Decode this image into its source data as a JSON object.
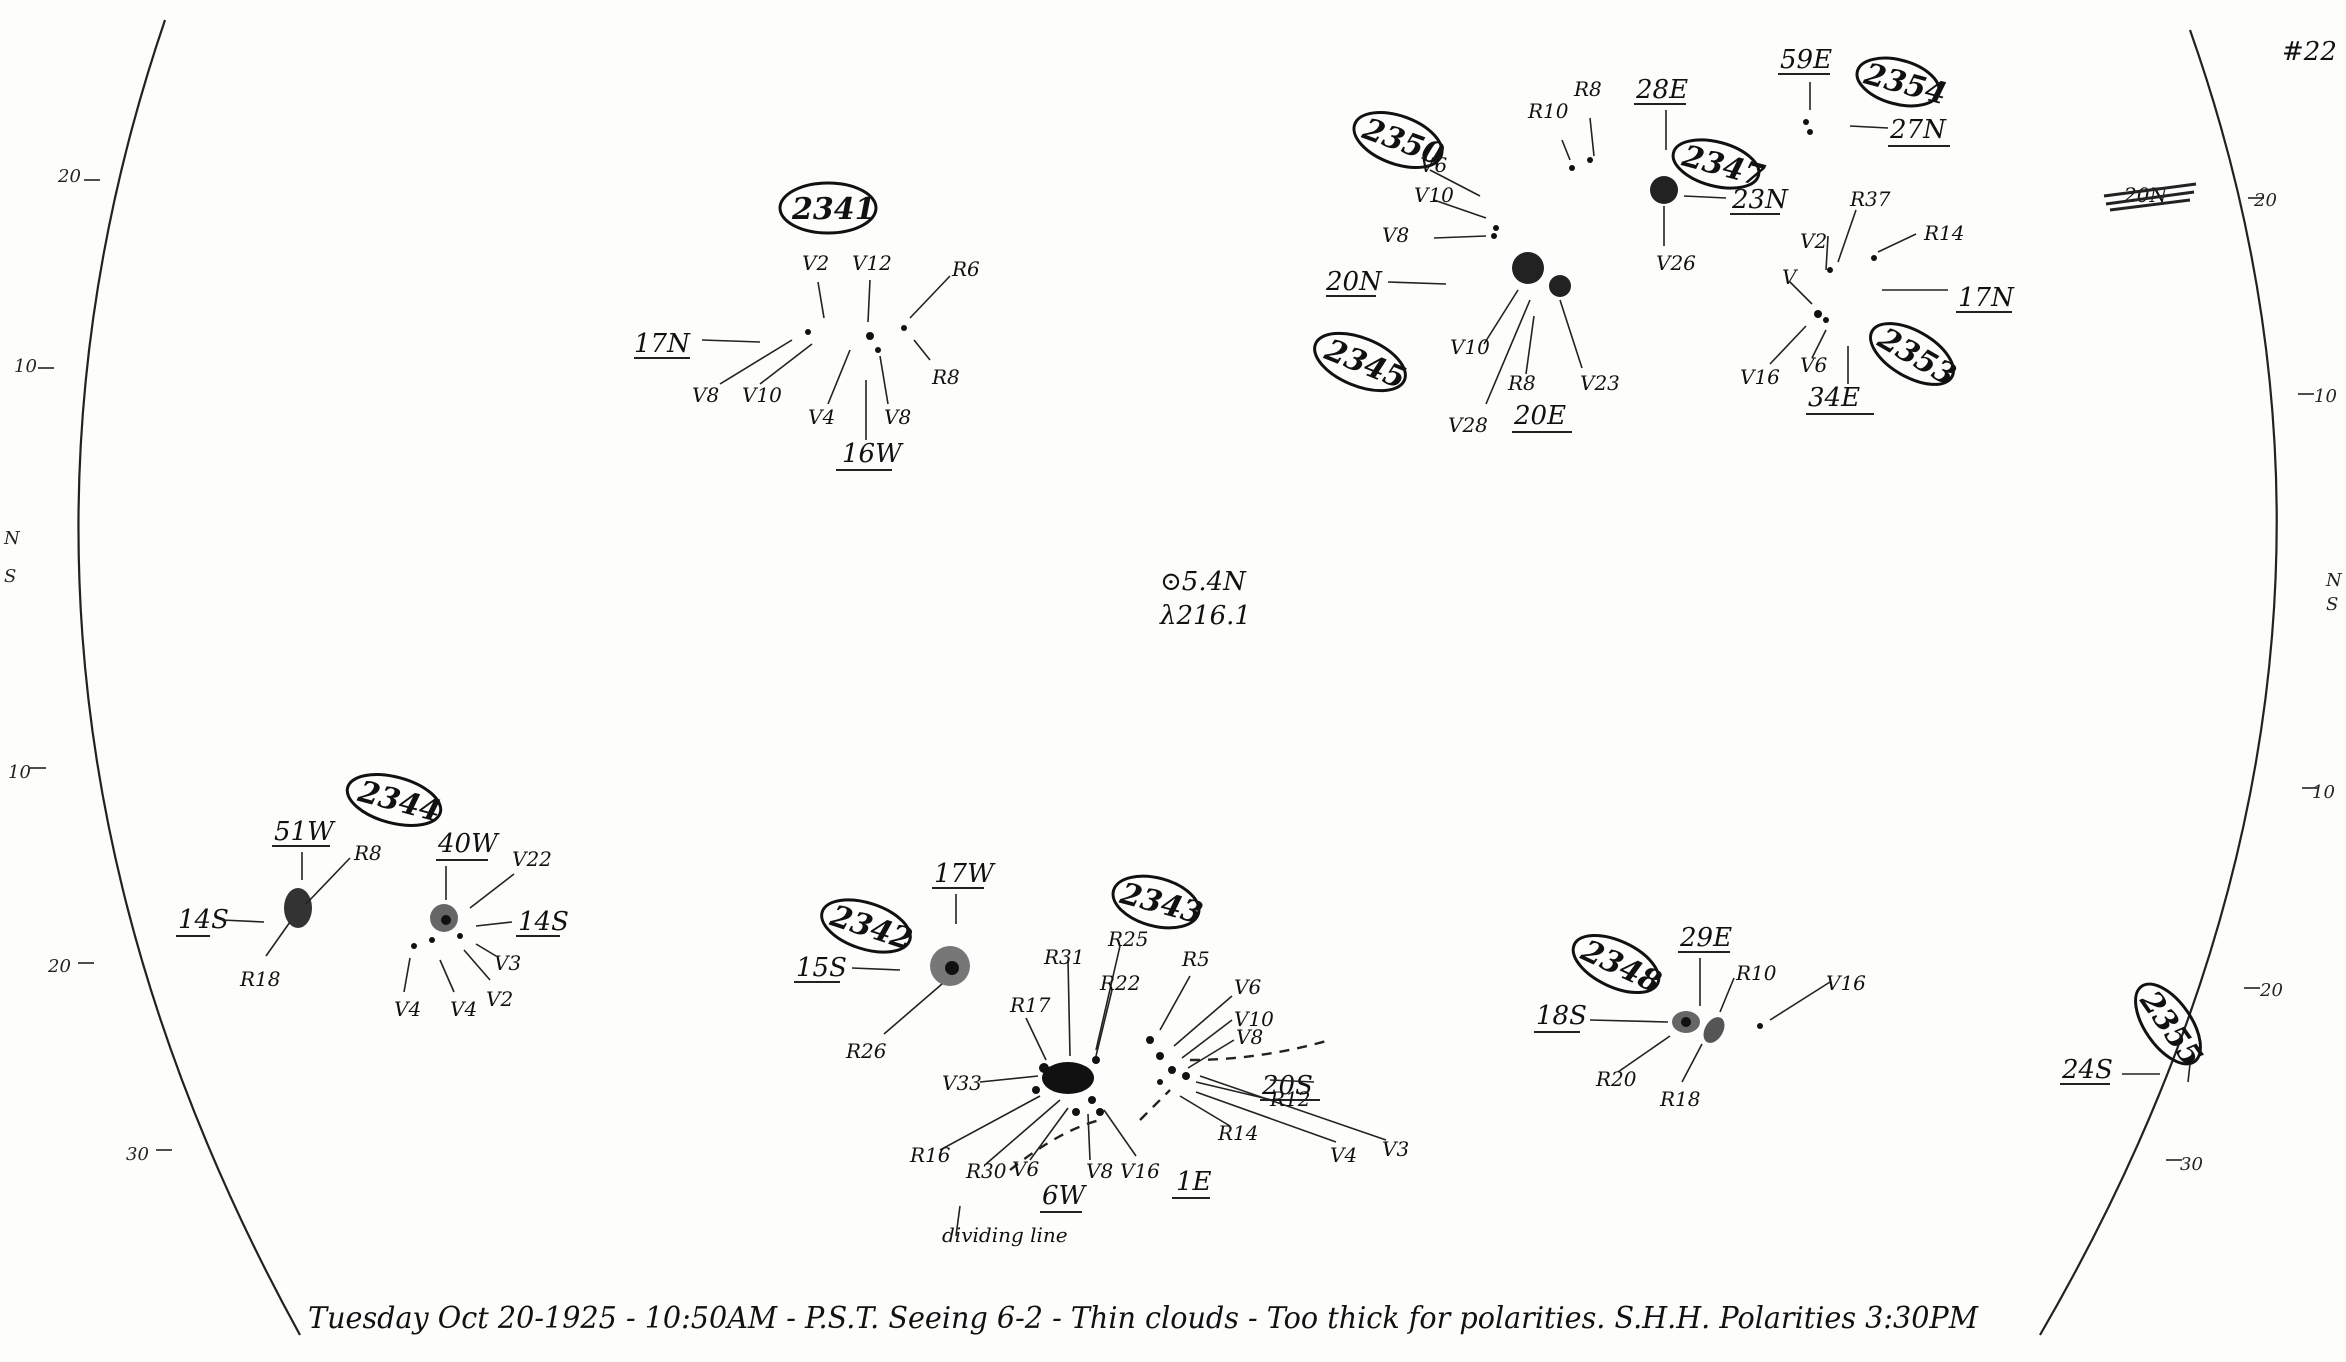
{
  "sheet_number": "#22",
  "center_notes": {
    "line1": "⊙5.4N",
    "line2": "λ216.1"
  },
  "caption": "Tuesday Oct 20-1925 - 10:50AM - P.S.T. Seeing 6-2 - Thin clouds - Too thick for polarities. S.H.H.   Polarities 3:30PM",
  "limb_ticks": {
    "left": [
      "20",
      "10",
      "N",
      "S",
      "10",
      "20",
      "30"
    ],
    "right": [
      "20",
      "10",
      "N",
      "S",
      "10",
      "20",
      "30"
    ]
  },
  "groups": [
    {
      "id": "2341",
      "latitude": "17N",
      "longitude": "16W",
      "labels": [
        "V2",
        "V12",
        "R6",
        "R8",
        "V8",
        "V10",
        "V4",
        "V8"
      ]
    },
    {
      "id": "2350",
      "latitude": "20N",
      "longitude": "20E",
      "labels": [
        "V6",
        "V10",
        "V8",
        "R10",
        "R8",
        "V10",
        "R8",
        "V28",
        "V23"
      ]
    },
    {
      "id": "2345",
      "latitude": "",
      "longitude": "",
      "labels": []
    },
    {
      "id": "2347",
      "latitude": "23N",
      "longitude": "28E",
      "labels": [
        "V26"
      ]
    },
    {
      "id": "2354",
      "latitude": "27N",
      "longitude": "59E",
      "labels": []
    },
    {
      "id": "2353",
      "latitude": "17N",
      "longitude": "34E",
      "labels": [
        "R37",
        "V2",
        "R14",
        "V",
        "V16",
        "V6"
      ]
    },
    {
      "id": "2344",
      "latitude": "14S",
      "longitude": "51W",
      "labels": [
        "R8",
        "R18",
        "V22",
        "V3",
        "V4",
        "V4",
        "V2"
      ],
      "second_spot": {
        "latitude": "14S",
        "longitude": "40W"
      }
    },
    {
      "id": "2342",
      "latitude": "15S",
      "longitude": "17W",
      "labels": [
        "R26"
      ]
    },
    {
      "id": "2343",
      "latitude": "20S",
      "longitude": "6W",
      "labels": [
        "R31",
        "R25",
        "R5",
        "R17",
        "R22",
        "V6",
        "V10",
        "V8",
        "V33",
        "R12",
        "R14",
        "R16",
        "R30",
        "V6",
        "V8",
        "V16",
        "V4",
        "V3"
      ],
      "second_spot": {
        "longitude": "1E"
      },
      "note": "dividing line"
    },
    {
      "id": "2348",
      "latitude": "18S",
      "longitude": "29E",
      "labels": [
        "R10",
        "V16",
        "R20",
        "R18"
      ]
    },
    {
      "id": "2355",
      "latitude": "24S",
      "longitude": "",
      "labels": []
    }
  ],
  "strikeout_note": "20N"
}
